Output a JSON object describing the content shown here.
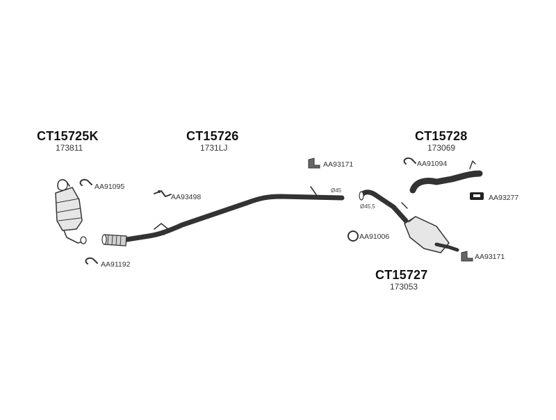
{
  "parts": {
    "catalyst": {
      "code": "CT15725K",
      "oem": "173811"
    },
    "middle_pipe": {
      "code": "CT15726",
      "oem": "1731LJ"
    },
    "tail_pipe": {
      "code": "CT15728",
      "oem": "173069"
    },
    "rear_silencer": {
      "code": "CT15727",
      "oem": "173053"
    }
  },
  "fittings": {
    "clamp_catalyst_top": "AA91095",
    "clamp_catalyst_bottom": "AA91192",
    "hanger_middle_pipe": "AA93498",
    "mount_middle_right": "AA93171",
    "clamp_tail_pipe": "AA91094",
    "rubber_mount": "AA93277",
    "clamp_silencer_inlet": "AA91006",
    "mount_silencer": "AA93171"
  },
  "dimensions": {
    "pipe_outlet": "Ø45",
    "silencer_inlet": "Ø45,5"
  },
  "colors": {
    "line": "#333333",
    "fill_light": "#e6e6e6",
    "fill_dark": "#888888"
  }
}
